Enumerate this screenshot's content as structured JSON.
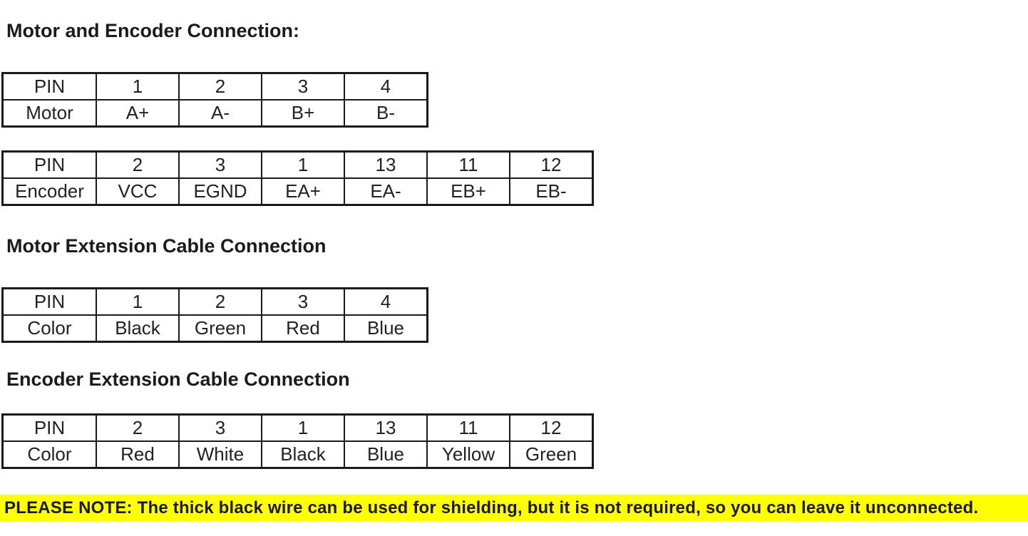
{
  "document": {
    "sections": [
      {
        "heading": "Motor and Encoder Connection:",
        "tables": [
          {
            "name": "motor-pins",
            "rows": [
              [
                "PIN",
                "1",
                "2",
                "3",
                "4"
              ],
              [
                "Motor",
                "A+",
                "A-",
                "B+",
                "B-"
              ]
            ]
          },
          {
            "name": "encoder-pins",
            "rows": [
              [
                "PIN",
                "2",
                "3",
                "1",
                "13",
                "11",
                "12"
              ],
              [
                "Encoder",
                "VCC",
                "EGND",
                "EA+",
                "EA-",
                "EB+",
                "EB-"
              ]
            ]
          }
        ]
      },
      {
        "heading": "Motor Extension Cable Connection",
        "tables": [
          {
            "name": "motor-extension-cable-colors",
            "rows": [
              [
                "PIN",
                "1",
                "2",
                "3",
                "4"
              ],
              [
                "Color",
                "Black",
                "Green",
                "Red",
                "Blue"
              ]
            ]
          }
        ]
      },
      {
        "heading": "Encoder Extension Cable Connection",
        "tables": [
          {
            "name": "encoder-extension-cable-colors",
            "rows": [
              [
                "PIN",
                "2",
                "3",
                "1",
                "13",
                "11",
                "12"
              ],
              [
                "Color",
                "Red",
                "White",
                "Black",
                "Blue",
                "Yellow",
                "Green"
              ]
            ]
          }
        ]
      }
    ],
    "note": {
      "text": "PLEASE NOTE: The thick black wire can be used for shielding, but it is not required, so you can leave it unconnected.",
      "highlight_color": "#ffff00",
      "text_color": "#1a1a1a"
    }
  }
}
